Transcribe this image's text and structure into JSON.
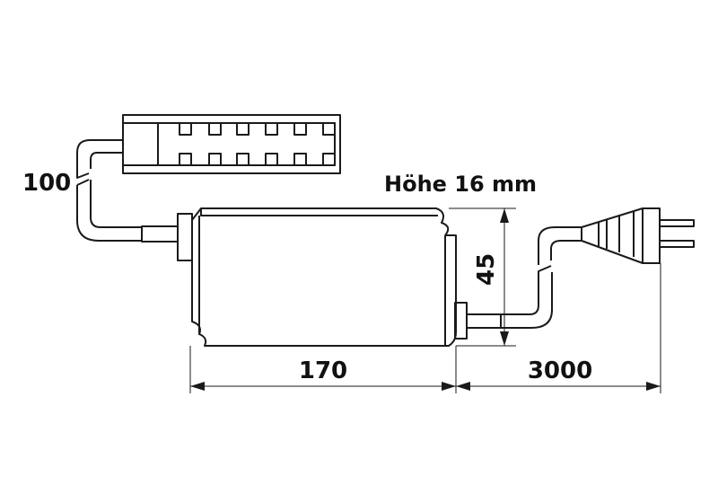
{
  "labels": {
    "cable_length_distributor": "100",
    "height_note": "Höhe 16 mm",
    "body_height": "45",
    "body_length": "170",
    "cable_length_mains": "3000"
  },
  "colors": {
    "line": "#1a1a1a",
    "background": "#ffffff"
  }
}
